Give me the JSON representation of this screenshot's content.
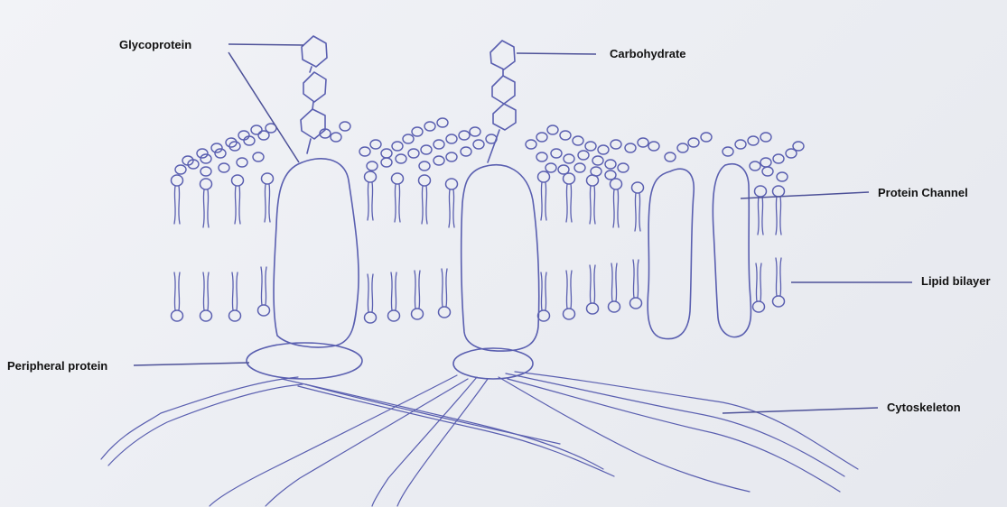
{
  "diagram": {
    "labels": {
      "glycoprotein": "Glycoprotein",
      "carbohydrate": "Carbohydrate",
      "protein_channel": "Protein Channel",
      "lipid_bilayer": "Lipid bilayer",
      "peripheral_protein": "Peripheral protein",
      "cytoskeleton": "Cytoskeleton"
    }
  },
  "colors": {
    "ink": "#5a5fb0",
    "paper": "#eceef3",
    "label_text": "#111111"
  }
}
